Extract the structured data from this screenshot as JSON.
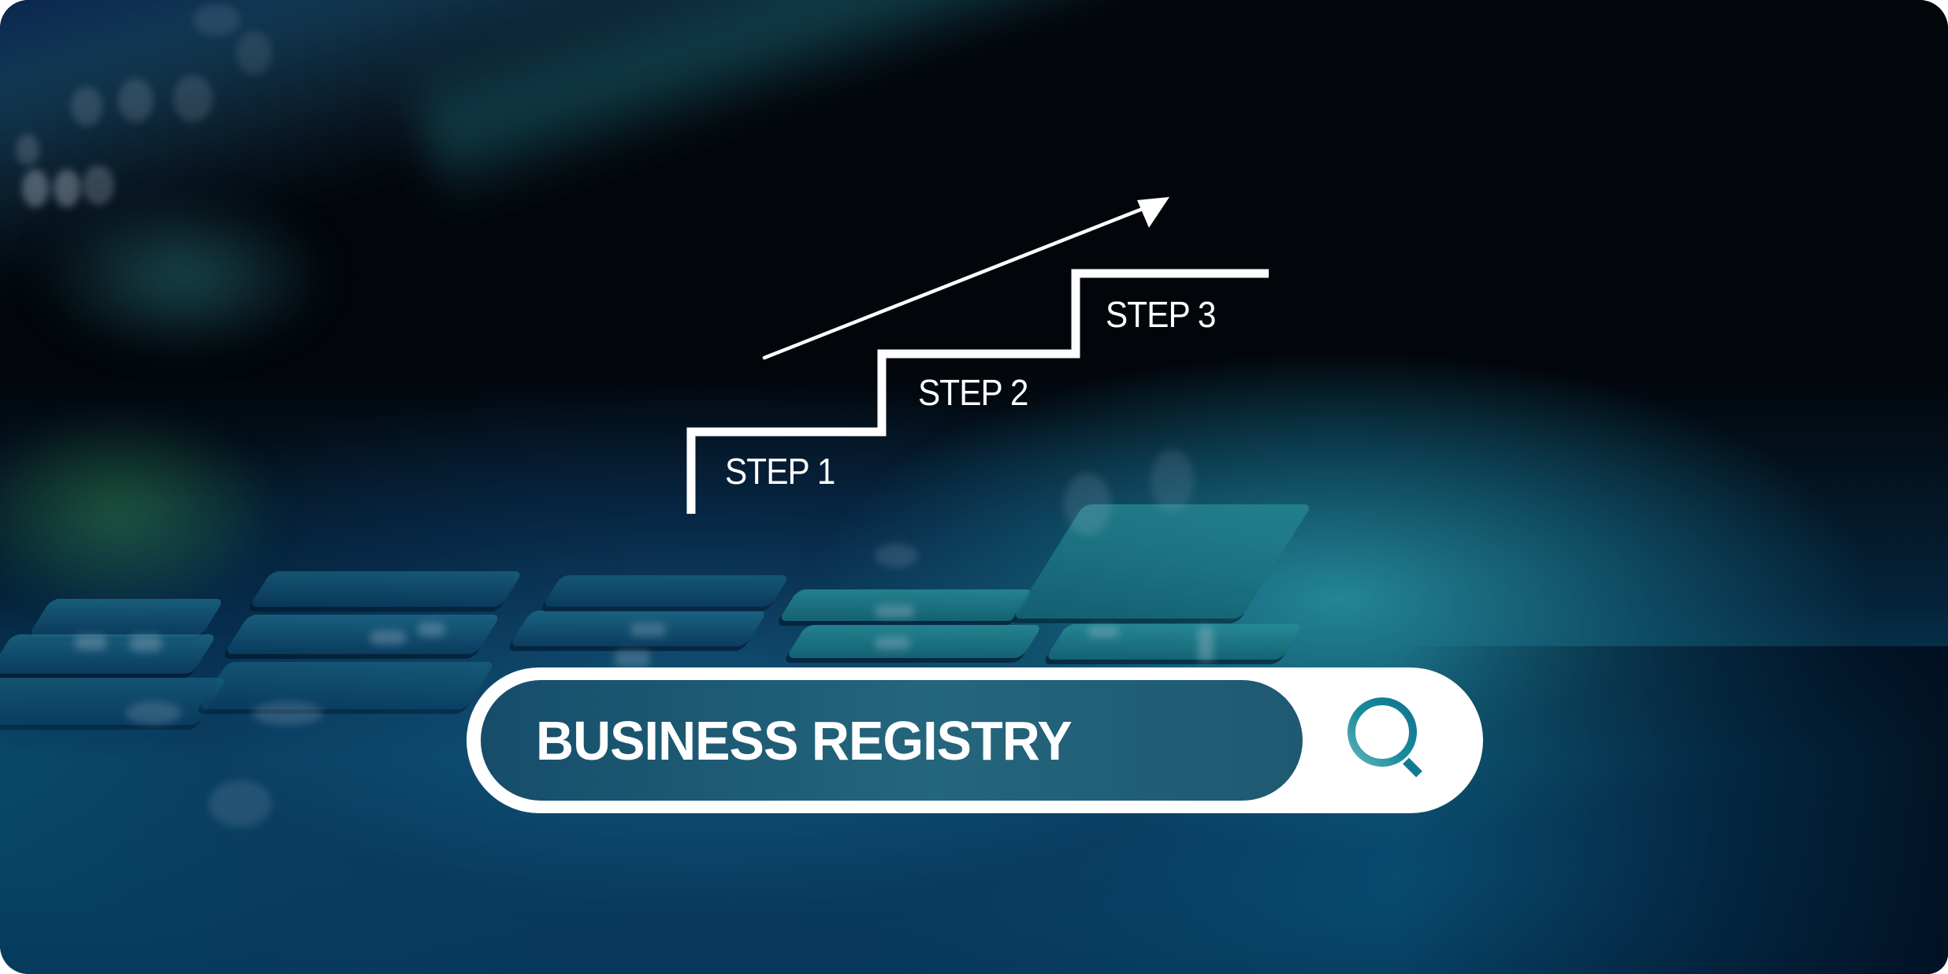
{
  "banner": {
    "steps": [
      {
        "label": "STEP 1"
      },
      {
        "label": "STEP 2"
      },
      {
        "label": "STEP 3"
      }
    ],
    "arrow": "trend-up-arrow",
    "search": {
      "value": "BUSINESS REGISTRY",
      "icon": "search-icon"
    },
    "colors": {
      "search_icon": "#127f96",
      "search_field": "#0f5a78",
      "background_dark": "#02050a",
      "background_teal": "#1f8c9c",
      "text": "#ffffff"
    }
  }
}
